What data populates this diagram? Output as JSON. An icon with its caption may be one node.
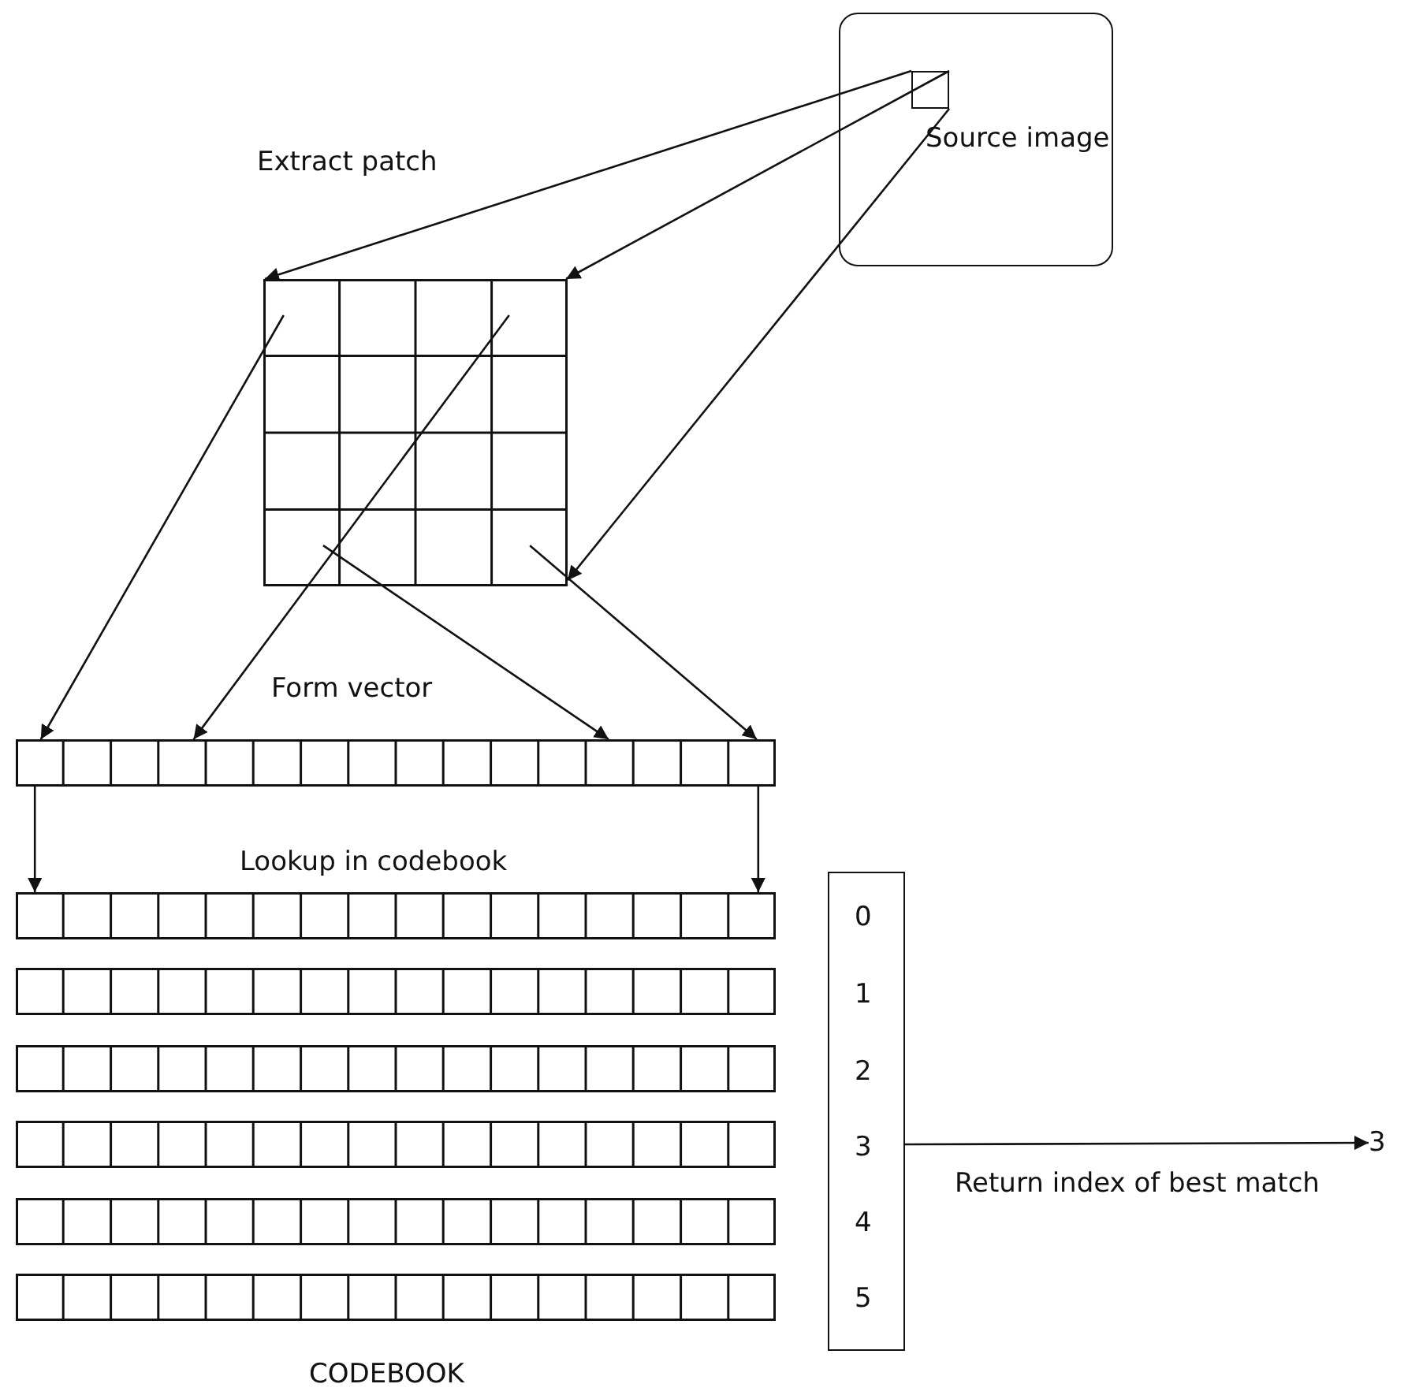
{
  "diagram": {
    "nodes": [
      {
        "text": [
          "Source image"
        ]
      },
      {
        "text": [],
        "shape": "box",
        "in": 0
      },
      {
        "text": [],
        "shape": "grid"
      },
      {
        "text": [],
        "shape": "bar"
      },
      {
        "text": [],
        "shape": "bar"
      },
      {
        "text": [],
        "shape": "bar"
      },
      {
        "text": [],
        "shape": "bar"
      },
      {
        "text": [],
        "shape": "bar"
      },
      {
        "text": [],
        "shape": "bar"
      },
      {
        "text": [],
        "shape": "bar"
      },
      {
        "text": [
          "0",
          "1",
          "2",
          "3",
          "4",
          "5"
        ]
      },
      {
        "text": [
          "3"
        ]
      }
    ],
    "edges": [
      {
        "from": 1,
        "to": 2,
        "arrow": "to"
      },
      {
        "from": 1,
        "to": 2,
        "arrow": "to"
      },
      {
        "from": 1,
        "to": 2,
        "arrow": "to"
      },
      {
        "from": 2,
        "to": 3,
        "arrow": "to"
      },
      {
        "from": 2,
        "to": 3,
        "arrow": "to"
      },
      {
        "from": 2,
        "to": 3,
        "arrow": "to"
      },
      {
        "from": 2,
        "to": 3,
        "arrow": "to"
      },
      {
        "from": 3,
        "to": 4,
        "arrow": "to"
      },
      {
        "from": 3,
        "to": 4,
        "arrow": "to"
      },
      {
        "from": 10,
        "to": 11,
        "arrow": "to",
        "label": "Return index of best match"
      }
    ],
    "labels": [
      "Extract patch",
      "Form vector",
      "Lookup in codebook",
      "CODEBOOK"
    ]
  }
}
